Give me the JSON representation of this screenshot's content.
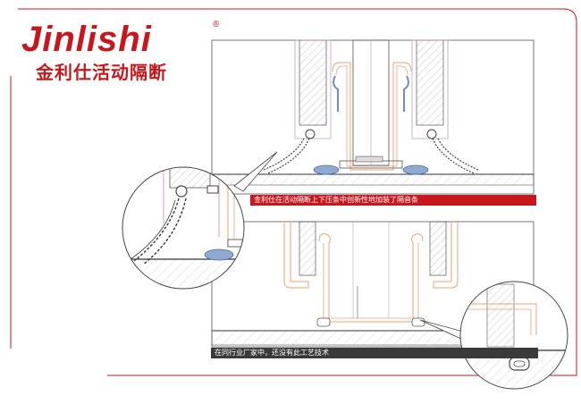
{
  "brand": {
    "latin_name": "Jinlishi",
    "registered_mark": "®",
    "chinese_name": "金利仕活动隔断",
    "color": "#c8161d"
  },
  "captions": {
    "top": "金利仕在活动隔断上下压条中创新性地加装了隔音条",
    "bottom": "在同行业厂家中，还没有此工艺技术"
  },
  "colors": {
    "accent": "#c8161d",
    "frame_orange": "#f0a070",
    "seal_blue": "#6f8fb8",
    "line_gray": "#555555"
  }
}
